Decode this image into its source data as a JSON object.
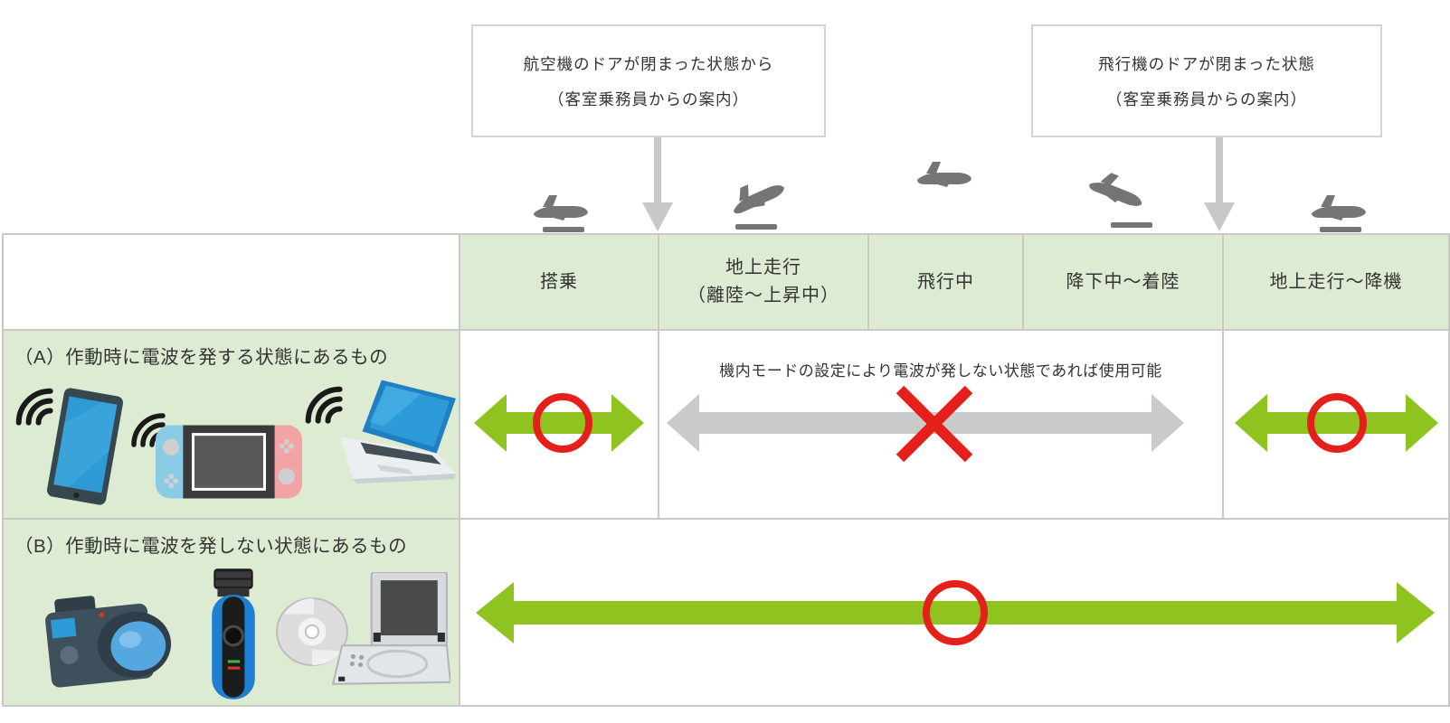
{
  "colors": {
    "pastel_green": "#dcebd2",
    "arrow_green": "#8fc31f",
    "arrow_gray": "#c9caca",
    "mark_red": "#e5201a",
    "plane_gray": "#757575",
    "border_gray": "#c9c9c9",
    "guide_arrow_gray": "#c8c8c8",
    "text_color": "#333333"
  },
  "callouts": [
    {
      "line1": "航空機のドアが閉まった状態から",
      "line2": "（客室乗務員からの案内）"
    },
    {
      "line1": "飛行機のドアが閉まった状態",
      "line2": "（客室乗務員からの案内）"
    }
  ],
  "table": {
    "phases": [
      {
        "label": "搭乗"
      },
      {
        "line1": "地上走行",
        "line2": "（離陸〜上昇中）"
      },
      {
        "label": "飛行中"
      },
      {
        "label": "降下中〜着陸"
      },
      {
        "label": "地上走行〜降機"
      }
    ],
    "row_a": {
      "label": "（A）作動時に電波を発する状態にあるもの",
      "note": "機内モードの設定により電波が発しない状態であれば使用可能",
      "devices": [
        "tablet",
        "game-console",
        "laptop"
      ],
      "marks": {
        "boarding": "allowed",
        "taxi_takeoff_flight_landing": "prohibited-unless-airplane-mode",
        "taxi_to_deplane": "allowed"
      }
    },
    "row_b": {
      "label": "（B）作動時に電波を発しない状態にあるもの",
      "devices": [
        "camera",
        "electric-shaver",
        "cd-disc",
        "portable-dvd-player"
      ],
      "marks": {
        "all_phases": "allowed"
      }
    }
  },
  "icons": {
    "plane_boarding": "plane-on-ground-icon",
    "plane_takeoff": "plane-takeoff-icon",
    "plane_cruise": "plane-cruise-icon",
    "plane_landing": "plane-landing-icon",
    "plane_taxi": "plane-on-ground-icon",
    "guide_arrow": "down-arrow-icon",
    "allowed": "red-circle-mark",
    "prohibited": "red-x-mark",
    "wifi": "wifi-signal-icon"
  }
}
